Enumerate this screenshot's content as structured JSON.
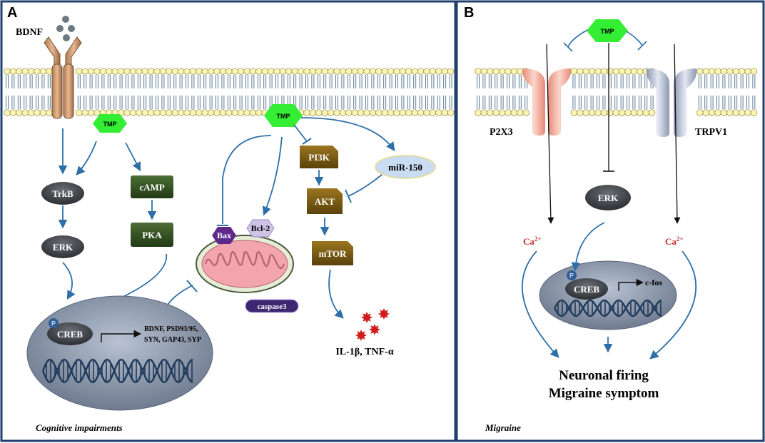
{
  "panel_a": {
    "letter": "A",
    "caption": "Cognitive impairments",
    "ligand": "BDNF",
    "tmp_left": "TMP",
    "tmp_right": "TMP",
    "trkb": "TrkB",
    "erk": "ERK",
    "camp": "cAMP",
    "pka": "PKA",
    "creb": "CREB",
    "phospho": "P",
    "genes_line1": "BDNF, PSD93/95,",
    "genes_line2": "SYN, GAP43, SYP",
    "bax": "Bax",
    "bcl2": "Bcl-2",
    "caspase3": "caspase3",
    "pi3k": "PI3K",
    "akt": "AKT",
    "mtor": "mTOR",
    "mir150": "miR-150",
    "cytokines": "IL-1β, TNF-α"
  },
  "panel_b": {
    "letter": "B",
    "caption": "Migraine",
    "tmp": "TMP",
    "p2x3": "P2X3",
    "trpv1": "TRPV1",
    "erk": "ERK",
    "ca_left": "Ca",
    "ca_right": "Ca",
    "ca_sup": "2+",
    "creb": "CREB",
    "phospho": "P",
    "cfos": "c-fos",
    "outcome_line1": "Neuronal firing",
    "outcome_line2": "Migraine symptom"
  },
  "colors": {
    "frame": "#1f3f6e",
    "arrow": "#2e6fa7",
    "tmp_green": "#33ee33",
    "dark_green_box": "#2d4a1e",
    "brown_box": "#7a5a10",
    "dark_ellipse": "#3a3d42",
    "nucleus": "#8a96aa",
    "membrane_head": "#fdf5b0"
  },
  "icons": {
    "receptor": "trkb-receptor-icon",
    "mitochondrion": "mitochondrion-icon",
    "dna": "dna-helix-icon",
    "cytokine": "cytokine-star-icon",
    "channel_p2x3": "p2x3-channel-icon",
    "channel_trpv1": "trpv1-channel-icon"
  }
}
